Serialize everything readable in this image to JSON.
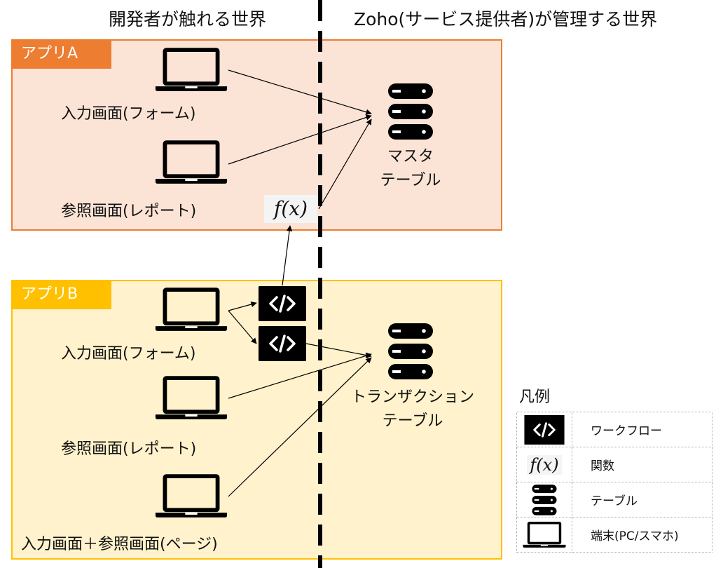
{
  "headers": {
    "developer_world": "開発者が触れる世界",
    "zoho_world": "Zoho(サービス提供者)が管理する世界"
  },
  "app_a": {
    "label": "アプリA",
    "devices": [
      "入力画面(フォーム)",
      "参照画面(レポート)"
    ],
    "function_label": "f(x)",
    "table_line1": "マスタ",
    "table_line2": "テーブル"
  },
  "app_b": {
    "label": "アプリB",
    "devices": [
      "入力画面(フォーム)",
      "参照画面(レポート)",
      "入力画面＋参照画面(ページ)"
    ],
    "table_line1": "トランザクション",
    "table_line2": "テーブル"
  },
  "legend": {
    "title": "凡例",
    "items": [
      {
        "icon": "code-icon",
        "label": "ワークフロー"
      },
      {
        "icon": "function-icon",
        "label": "関数",
        "symbol": "f(x)"
      },
      {
        "icon": "database-icon",
        "label": "テーブル"
      },
      {
        "icon": "laptop-icon",
        "label": "端末(PC/スマホ)"
      }
    ]
  },
  "colors": {
    "app_a_fill": "#fbe3d6",
    "app_a_accent": "#ed7d31",
    "app_b_fill": "#fff2cc",
    "app_b_accent": "#ffc000"
  }
}
